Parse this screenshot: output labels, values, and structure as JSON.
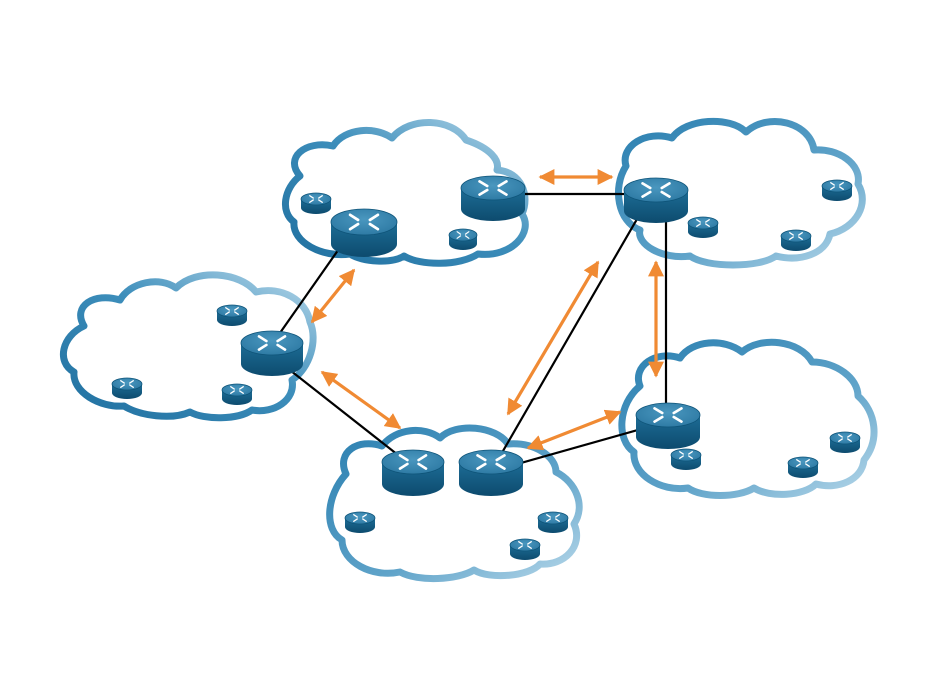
{
  "diagram": {
    "type": "network-topology",
    "colors": {
      "background": "#ffffff",
      "cloud_outline_dark": "#2a7fb0",
      "cloud_outline_light": "#a9d0e6",
      "router_top": "#2f7ea8",
      "router_side": "#135d84",
      "router_mark": "#ffffff",
      "link": "#000000",
      "arrow": "#f08a33"
    },
    "icons": {
      "cloud": "cloud-icon",
      "router": "router-icon"
    },
    "clouds": [
      {
        "id": "top-left",
        "routers": [
          "r-tl-big-1",
          "r-tl-big-2",
          "r-tl-small-1",
          "r-tl-small-2"
        ]
      },
      {
        "id": "top-right",
        "routers": [
          "r-tr-big",
          "r-tr-small-1",
          "r-tr-small-2",
          "r-tr-small-3"
        ]
      },
      {
        "id": "left",
        "routers": [
          "r-l-big",
          "r-l-small-1",
          "r-l-small-2",
          "r-l-small-3"
        ]
      },
      {
        "id": "bottom",
        "routers": [
          "r-b-big-1",
          "r-b-big-2",
          "r-b-small-1",
          "r-b-small-2",
          "r-b-small-3"
        ]
      },
      {
        "id": "right",
        "routers": [
          "r-r-big",
          "r-r-small-1",
          "r-r-small-2",
          "r-r-small-3"
        ]
      }
    ],
    "links": [
      [
        "r-l-big",
        "r-tl-big-1"
      ],
      [
        "r-l-big",
        "r-b-big-1"
      ],
      [
        "r-tl-big-2",
        "r-tr-big"
      ],
      [
        "r-tr-big",
        "r-b-big-2"
      ],
      [
        "r-tr-big",
        "r-r-big"
      ],
      [
        "r-b-big-2",
        "r-r-big"
      ]
    ],
    "arrow_count": 6
  }
}
